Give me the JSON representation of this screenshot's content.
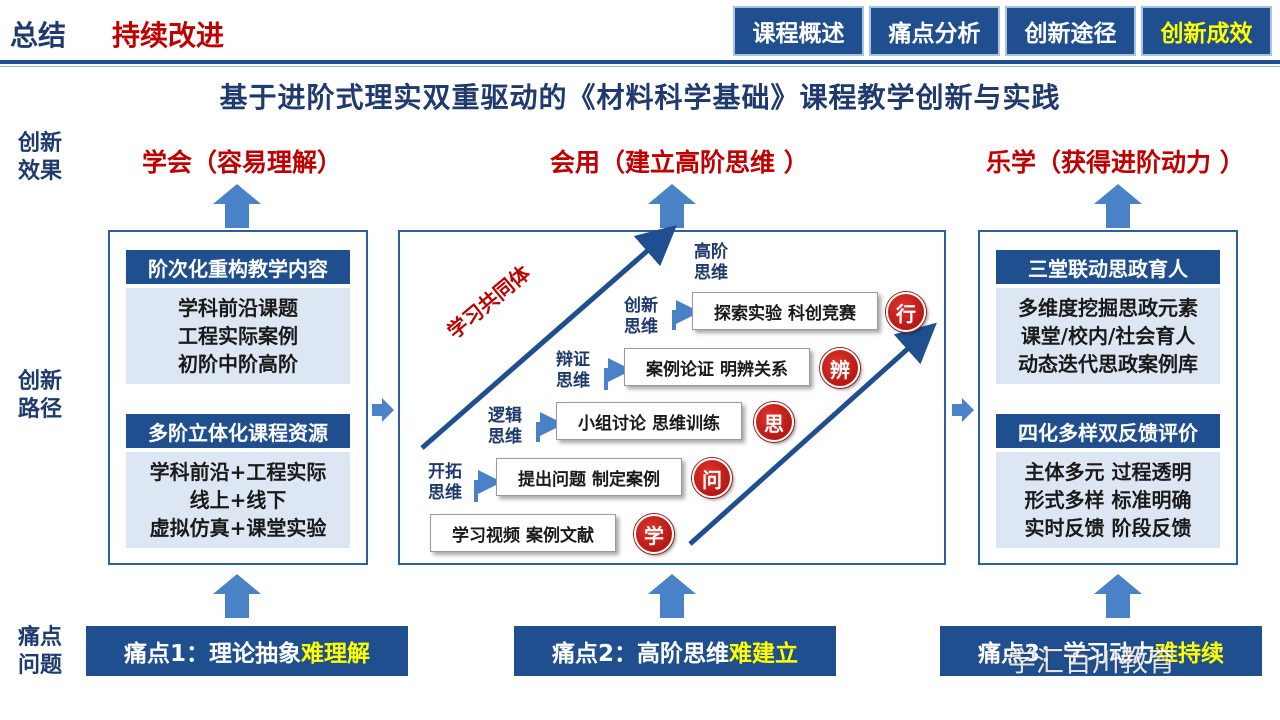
{
  "header": {
    "summary": "总结",
    "title": "持续改进",
    "tabs": [
      "课程概述",
      "痛点分析",
      "创新途径",
      "创新成效"
    ]
  },
  "main_title": "基于进阶式理实双重驱动的《材料科学基础》课程教学创新与实践",
  "side_labels": {
    "effect": [
      "创新",
      "效果"
    ],
    "path": [
      "创新",
      "路径"
    ],
    "pain": [
      "痛点",
      "问题"
    ]
  },
  "effects": [
    "学会（容易理解）",
    "会用（建立高阶思维 ）",
    "乐学（获得进阶动力 ）"
  ],
  "left_panel": {
    "blocks": [
      {
        "title": "阶次化重构教学内容",
        "lines": [
          "学科前沿课题",
          "工程实际案例",
          "初阶中阶高阶"
        ]
      },
      {
        "title": "多阶立体化课程资源",
        "lines": [
          "学科前沿+工程实际",
          "线上+线下",
          "虚拟仿真+课堂实验"
        ]
      }
    ]
  },
  "middle_panel": {
    "community": "学习共同体",
    "steps": [
      {
        "text": "学习视频 案例文献",
        "badge": "学"
      },
      {
        "text": "提出问题 制定案例",
        "badge": "问"
      },
      {
        "text": "小组讨论 思维训练",
        "badge": "思"
      },
      {
        "text": "案例论证 明辨关系",
        "badge": "辨"
      },
      {
        "text": "探索实验 科创竞赛",
        "badge": "行"
      }
    ],
    "stages": [
      [
        "开拓",
        "思维"
      ],
      [
        "逻辑",
        "思维"
      ],
      [
        "辩证",
        "思维"
      ],
      [
        "创新",
        "思维"
      ],
      [
        "高阶",
        "思维"
      ]
    ]
  },
  "right_panel": {
    "blocks": [
      {
        "title": "三堂联动思政育人",
        "lines": [
          "多维度挖掘思政元素",
          "课堂/校内/社会育人",
          "动态迭代思政案例库"
        ]
      },
      {
        "title": "四化多样双反馈评价",
        "lines": [
          "主体多元 过程透明",
          "形式多样 标准明确",
          "实时反馈 阶段反馈"
        ]
      }
    ]
  },
  "pain_points": [
    {
      "prefix": "痛点1：理论抽象",
      "highlight": "难理解"
    },
    {
      "prefix": "痛点2：高阶思维",
      "highlight": "难建立"
    },
    {
      "prefix": "痛点3：学习动力",
      "highlight": "难持续"
    }
  ],
  "watermark": "学汇百川教育",
  "colors": {
    "navy": "#1f4f8f",
    "red": "#c00000",
    "highlight": "#ffff00",
    "arrow": "#4a82c8",
    "panel_fill": "#dde7f3"
  }
}
